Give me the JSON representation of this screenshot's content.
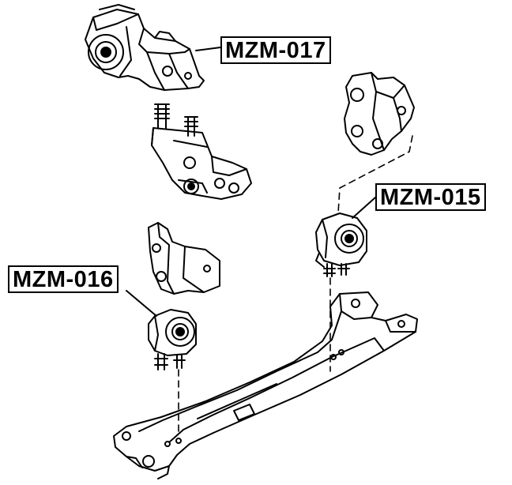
{
  "diagram": {
    "parts": [
      {
        "id": "017",
        "label": "MZM-017"
      },
      {
        "id": "015",
        "label": "MZM-015"
      },
      {
        "id": "016",
        "label": "MZM-016"
      }
    ],
    "colors": {
      "line": "#000000",
      "background": "#ffffff",
      "label_border": "#000000"
    }
  }
}
